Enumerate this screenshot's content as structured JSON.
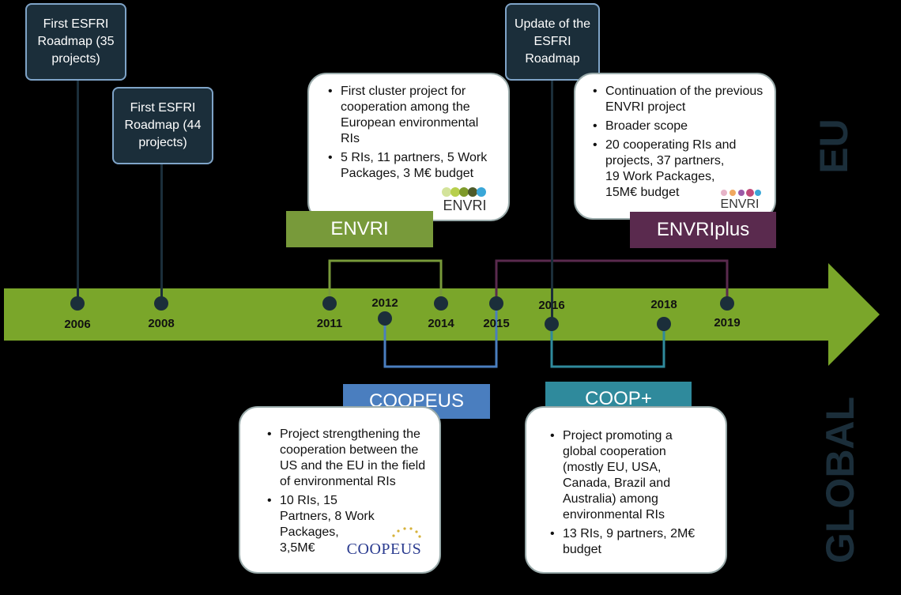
{
  "roadmaps": {
    "first_2006": "First ESFRI Roadmap (35 projects)",
    "first_2008": "First ESFRI Roadmap (44 projects)",
    "update_2016": "Update of the ESFRI Roadmap"
  },
  "years": [
    "2006",
    "2008",
    "2011",
    "2012",
    "2014",
    "2015",
    "2016",
    "2018",
    "2019"
  ],
  "projects": {
    "envri": {
      "name": "ENVRI",
      "color": "#789a3a",
      "bullets": [
        "First cluster project for cooperation among the European environmental RIs",
        "5 RIs, 11 partners, 5 Work Packages, 3 M€ budget"
      ],
      "logo": "ENVRI"
    },
    "envriplus": {
      "name": "ENVRIplus",
      "color": "#5a2a4e",
      "bullets": [
        "Continuation of the previous ENVRI project",
        "Broader scope",
        "20 cooperating RIs and projects, 37 partners, 19 Work Packages, 15M€ budget"
      ],
      "logo": "ENVRI"
    },
    "coopeus": {
      "name": "COOPEUS",
      "color": "#4a7ebf",
      "bullets": [
        "Project strengthening the cooperation between the US and the EU in the field of environmental RIs",
        "10 RIs, 15 Partners, 8 Work Packages, 3,5M€"
      ],
      "logo": "COOPEUS"
    },
    "coopplus": {
      "name": "COOP+",
      "color": "#2f8a9c",
      "bullets": [
        "Project promoting a global cooperation (mostly EU, USA, Canada, Brazil and Australia) among environmental RIs",
        "13 RIs, 9 partners, 2M€ budget"
      ]
    }
  },
  "side_labels": {
    "eu": "EU",
    "global": "GLOBAL"
  },
  "colors": {
    "arrow": "#7aa62a",
    "node": "#1b2e3a",
    "callout_border": "#7fa4c8"
  }
}
